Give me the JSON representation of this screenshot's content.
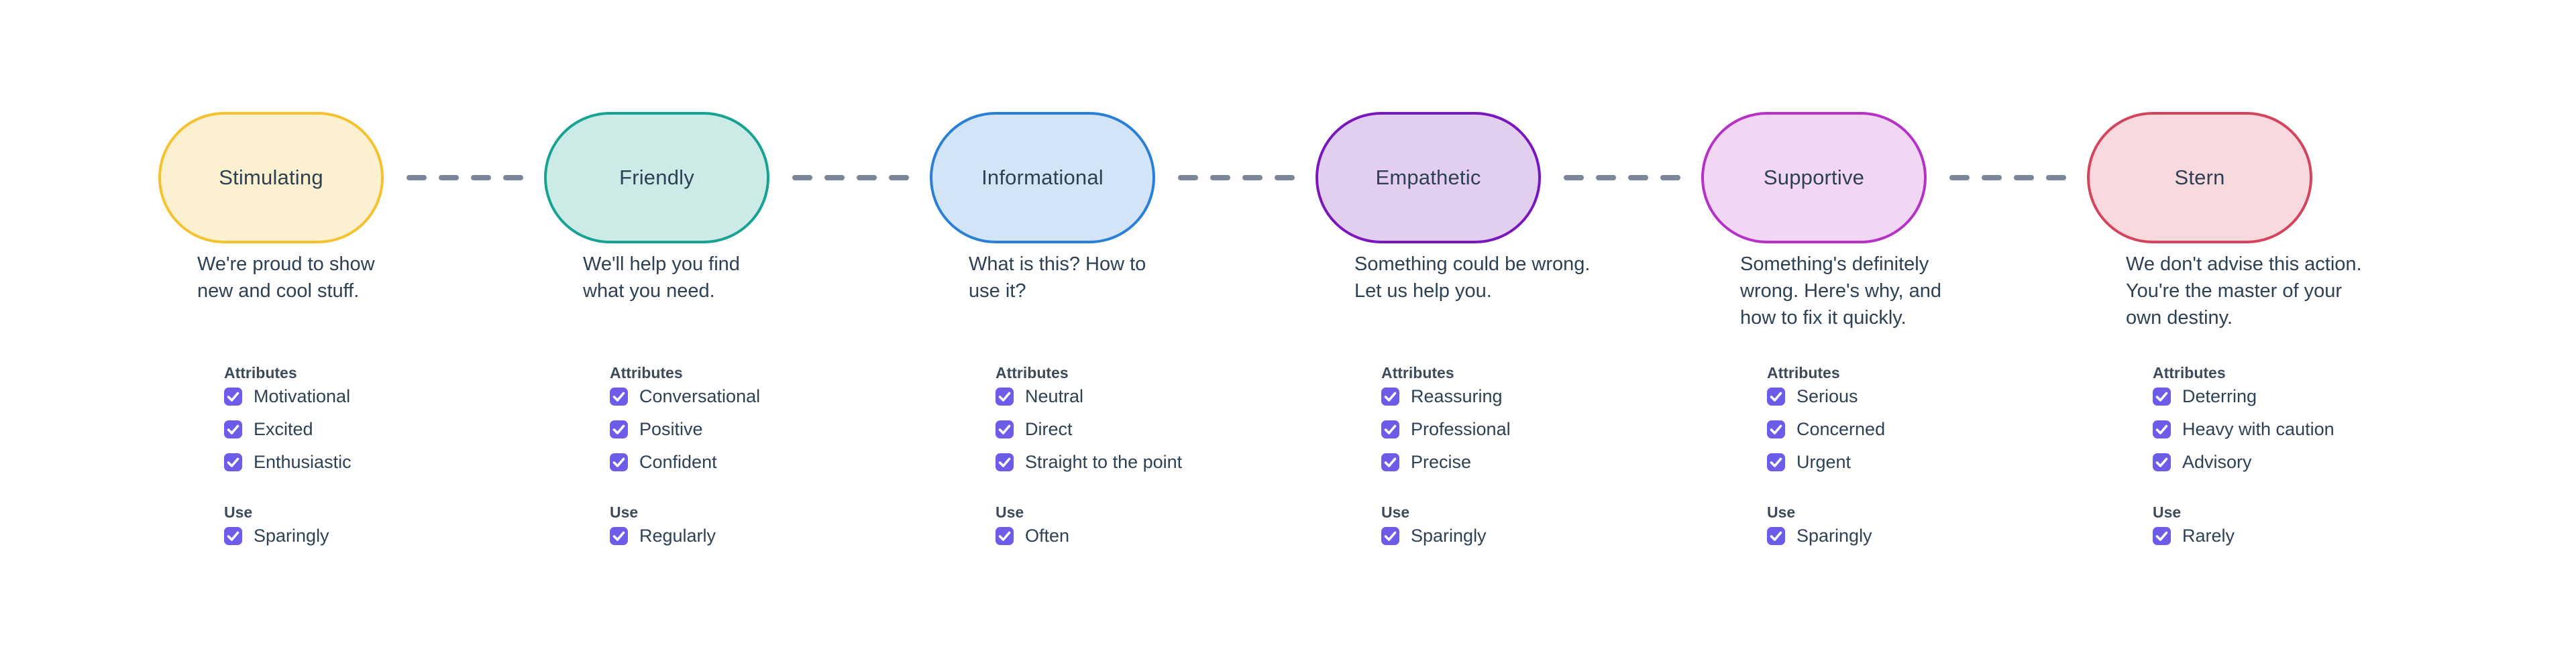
{
  "palette": {
    "text": "#2e4053",
    "heading": "#3e4a59",
    "checkbox_fill": "#6c5ce7",
    "connector": "#7a8699",
    "background": "#ffffff"
  },
  "labels": {
    "attributes_heading": "Attributes",
    "use_heading": "Use"
  },
  "nodes": [
    {
      "title": "Stimulating",
      "border_color": "#f5c12d",
      "fill_color": "#fbf0cf",
      "desc_lines": [
        "We're proud to show",
        "new and cool stuff."
      ],
      "attributes": [
        "Motivational",
        "Excited",
        "Enthusiastic"
      ],
      "use": "Sparingly"
    },
    {
      "title": "Friendly",
      "border_color": "#16a394",
      "fill_color": "#cdebe6",
      "desc_lines": [
        "We'll help you find",
        "what you need."
      ],
      "attributes": [
        "Conversational",
        "Positive",
        "Confident"
      ],
      "use": "Regularly"
    },
    {
      "title": "Informational",
      "border_color": "#2a7fd6",
      "fill_color": "#d3e4f6",
      "desc_lines": [
        "What is this? How to",
        "use it?"
      ],
      "attributes": [
        "Neutral",
        "Direct",
        "Straight to the point"
      ],
      "use": "Often"
    },
    {
      "title": "Empathetic",
      "border_color": "#7a16be",
      "fill_color": "#e2cfef",
      "desc_lines": [
        "Something could be wrong.",
        "Let us help you."
      ],
      "attributes": [
        "Reassuring",
        "Professional",
        "Precise"
      ],
      "use": "Sparingly"
    },
    {
      "title": "Supportive",
      "border_color": "#b632c6",
      "fill_color": "#f1d7f4",
      "desc_lines": [
        "Something's definitely",
        "wrong. Here's why, and",
        "how to fix it quickly."
      ],
      "attributes": [
        "Serious",
        "Concerned",
        "Urgent"
      ],
      "use": "Sparingly"
    },
    {
      "title": "Stern",
      "border_color": "#d4445c",
      "fill_color": "#f7d9de",
      "desc_lines": [
        "We don't advise this action.",
        "You're the master of your",
        "own destiny."
      ],
      "attributes": [
        "Deterring",
        "Heavy with caution",
        "Advisory"
      ],
      "use": "Rarely"
    }
  ]
}
